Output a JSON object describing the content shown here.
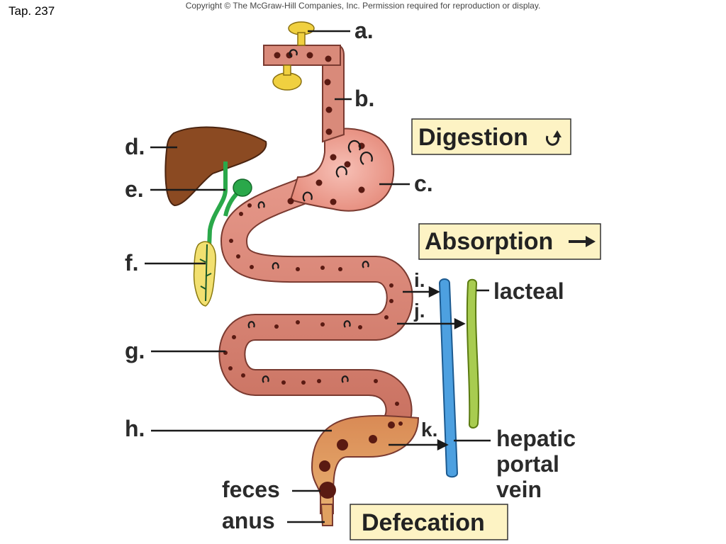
{
  "header": {
    "slide_ref": "Tap. 237",
    "copyright": "Copyright © The McGraw-Hill Companies, Inc. Permission required for reproduction or display."
  },
  "labels": {
    "a": "a.",
    "b": "b.",
    "c": "c.",
    "d": "d.",
    "e": "e.",
    "f": "f.",
    "g": "g.",
    "h": "h.",
    "i": "i.",
    "j": "j.",
    "k": "k.",
    "lacteal": "lacteal",
    "hepatic_1": "hepatic",
    "hepatic_2": "portal",
    "hepatic_3": "vein",
    "feces": "feces",
    "anus": "anus"
  },
  "boxes": {
    "digestion": "Digestion",
    "absorption": "Absorption",
    "defecation": "Defecation"
  },
  "colors": {
    "tract": "#d98a7a",
    "tract_dark": "#b5584a",
    "stomach": "#f0a8a0",
    "large_intestine": "#e0a060",
    "liver": "#8b4a22",
    "gallbladder": "#2aa84a",
    "pancreas": "#f2e070",
    "salivary": "#f0d040",
    "vein": "#4da0e0",
    "lacteal": "#a8cc50",
    "box_fill": "#fdf3c4"
  }
}
